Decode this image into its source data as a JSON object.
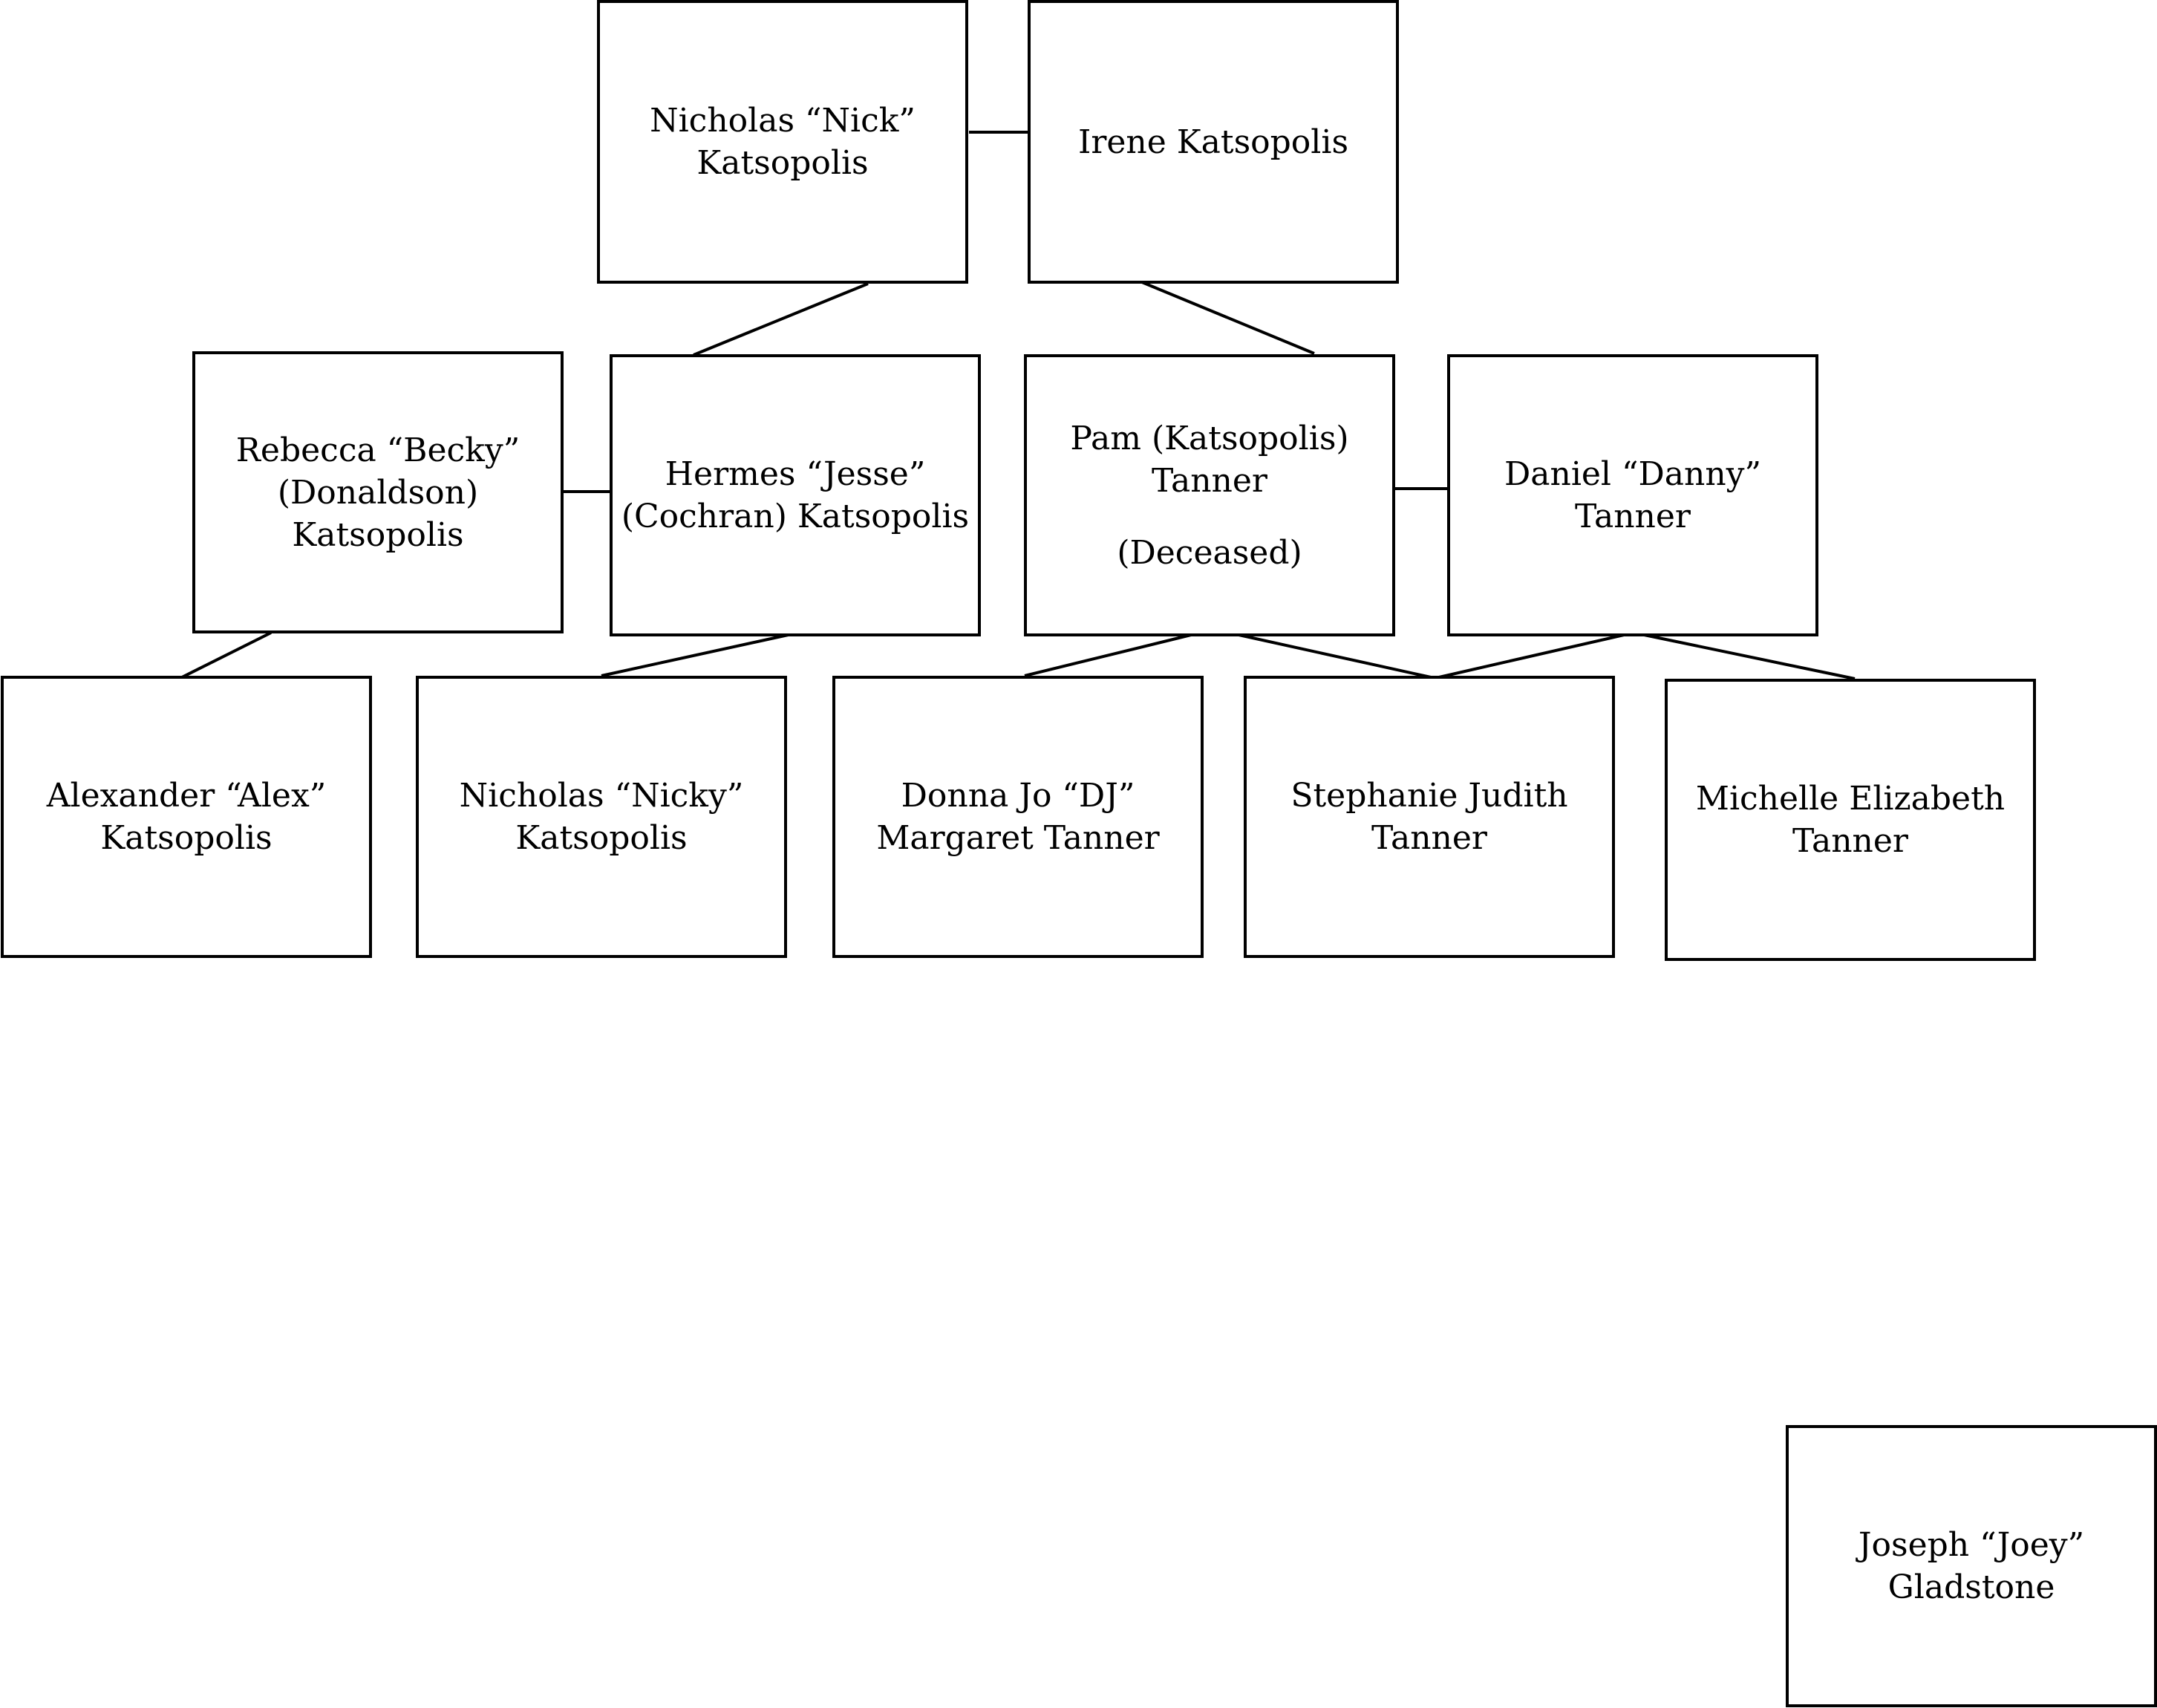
{
  "diagram": {
    "type": "family-tree",
    "colors": {
      "border": "#000000",
      "background": "#ffffff",
      "text": "#000000"
    },
    "people": {
      "nick": {
        "lines": [
          "Nicholas “Nick”",
          "Katsopolis"
        ]
      },
      "irene": {
        "lines": [
          "Irene Katsopolis"
        ]
      },
      "becky": {
        "lines": [
          "Rebecca “Becky”",
          "(Donaldson)",
          "Katsopolis"
        ]
      },
      "jesse": {
        "lines": [
          "Hermes “Jesse”",
          "(Cochran) Katsopolis"
        ]
      },
      "pam": {
        "lines": [
          "Pam (Katsopolis)",
          "Tanner"
        ],
        "note": "(Deceased)"
      },
      "danny": {
        "lines": [
          "Daniel “Danny”",
          "Tanner"
        ]
      },
      "alex": {
        "lines": [
          "Alexander “Alex”",
          "Katsopolis"
        ]
      },
      "nicky": {
        "lines": [
          "Nicholas “Nicky”",
          "Katsopolis"
        ]
      },
      "dj": {
        "lines": [
          "Donna Jo “DJ”",
          "Margaret Tanner"
        ]
      },
      "stephanie": {
        "lines": [
          "Stephanie Judith",
          "Tanner"
        ]
      },
      "michelle": {
        "lines": [
          "Michelle Elizabeth",
          "Tanner"
        ]
      },
      "joey": {
        "lines": [
          "Joseph “Joey”",
          "Gladstone"
        ]
      }
    },
    "relationships": [
      {
        "type": "spouse",
        "from": "nick",
        "to": "irene"
      },
      {
        "type": "child",
        "from": "nick",
        "to": "jesse"
      },
      {
        "type": "child",
        "from": "irene",
        "to": "pam"
      },
      {
        "type": "spouse",
        "from": "becky",
        "to": "jesse"
      },
      {
        "type": "spouse",
        "from": "pam",
        "to": "danny"
      },
      {
        "type": "child",
        "from": "becky",
        "to": "alex"
      },
      {
        "type": "child",
        "from": "jesse",
        "to": "nicky"
      },
      {
        "type": "child",
        "from": "pam",
        "to": "dj"
      },
      {
        "type": "child",
        "from": "pam",
        "to": "stephanie"
      },
      {
        "type": "child",
        "from": "danny",
        "to": "stephanie"
      },
      {
        "type": "child",
        "from": "danny",
        "to": "michelle"
      }
    ]
  }
}
